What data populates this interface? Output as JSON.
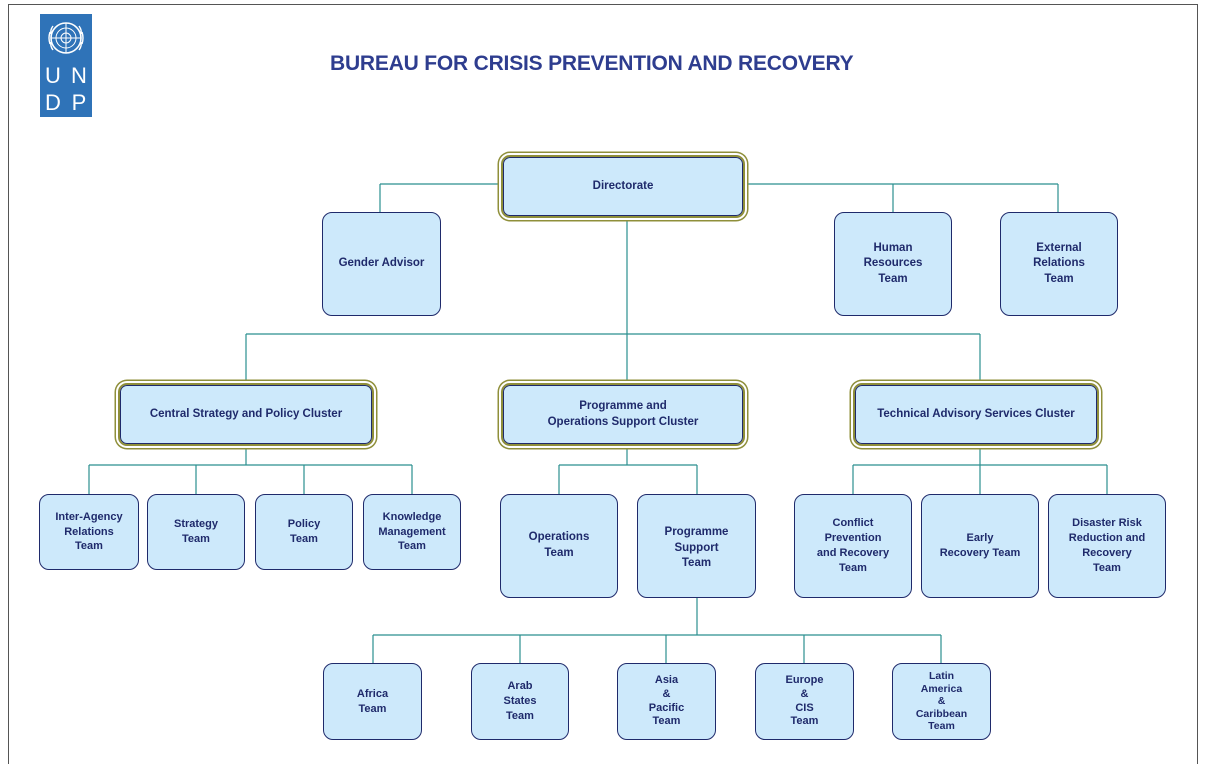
{
  "header": {
    "title": "BUREAU FOR CRISIS PREVENTION AND RECOVERY",
    "logo": {
      "letters": [
        "U",
        "N",
        "D",
        "P"
      ],
      "bg_color": "#2f73b8"
    }
  },
  "colors": {
    "box_fill": "#cde9fb",
    "box_border": "#1f2a6b",
    "connector": "#2a8f8f",
    "title": "#2e3d8f",
    "cluster_frame": "#8f8f3a"
  },
  "org": {
    "directorate": "Directorate",
    "gender_advisor": "Gender Advisor",
    "human_resources": "Human\nResources\nTeam",
    "external_relations": "External\nRelations\nTeam",
    "clusters": {
      "central": "Central Strategy and Policy Cluster",
      "programme": "Programme and\nOperations Support  Cluster",
      "technical": "Technical Advisory Services Cluster"
    },
    "central_teams": {
      "inter_agency": "Inter-Agency\nRelations\nTeam",
      "strategy": "Strategy\nTeam",
      "policy": "Policy\nTeam",
      "knowledge": "Knowledge\nManagement\nTeam"
    },
    "programme_teams": {
      "operations": "Operations\nTeam",
      "programme_support": "Programme\nSupport\nTeam"
    },
    "technical_teams": {
      "conflict": "Conflict\nPrevention\nand Recovery\nTeam",
      "early_recovery": "Early\nRecovery Team",
      "disaster": "Disaster Risk\nReduction and\nRecovery\nTeam"
    },
    "regional_teams": {
      "africa": "Africa\nTeam",
      "arab": "Arab\nStates\nTeam",
      "asia": "Asia\n&\nPacific\nTeam",
      "europe": "Europe\n&\nCIS\nTeam",
      "latin": "Latin\nAmerica\n&\nCaribbean\nTeam"
    }
  }
}
